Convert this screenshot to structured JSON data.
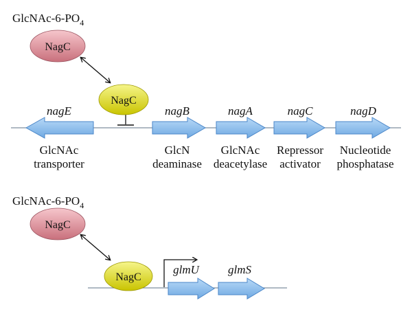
{
  "colors": {
    "arrow_fill": "#8fc1ee",
    "arrow_stroke": "#4a86c8",
    "nagc_free_top": "#f6c6cc",
    "nagc_free_bottom": "#c9707c",
    "nagc_bound_top": "#f6f58a",
    "nagc_bound_bottom": "#c9c400",
    "dna_line": "#7f8f9f"
  },
  "top": {
    "molecule": {
      "main": "GlcNAc-6-PO",
      "subscript": "4"
    },
    "free_nagc": "NagC",
    "bound_nagc": "NagC",
    "genes": [
      {
        "name": "nagE",
        "line1": "GlcNAc",
        "line2": "transporter"
      },
      {
        "name": "nagB",
        "line1": "GlcN",
        "line2": "deaminase"
      },
      {
        "name": "nagA",
        "line1": "GlcNAc",
        "line2": "deacetylase"
      },
      {
        "name": "nagC",
        "line1": "Repressor",
        "line2": "activator"
      },
      {
        "name": "nagD",
        "line1": "Nucleotide",
        "line2": "phosphatase"
      }
    ]
  },
  "bottom": {
    "molecule": {
      "main": "GlcNAc-6-PO",
      "subscript": "4"
    },
    "free_nagc": "NagC",
    "bound_nagc": "NagC",
    "genes": [
      {
        "name": "glmU"
      },
      {
        "name": "glmS"
      }
    ]
  }
}
